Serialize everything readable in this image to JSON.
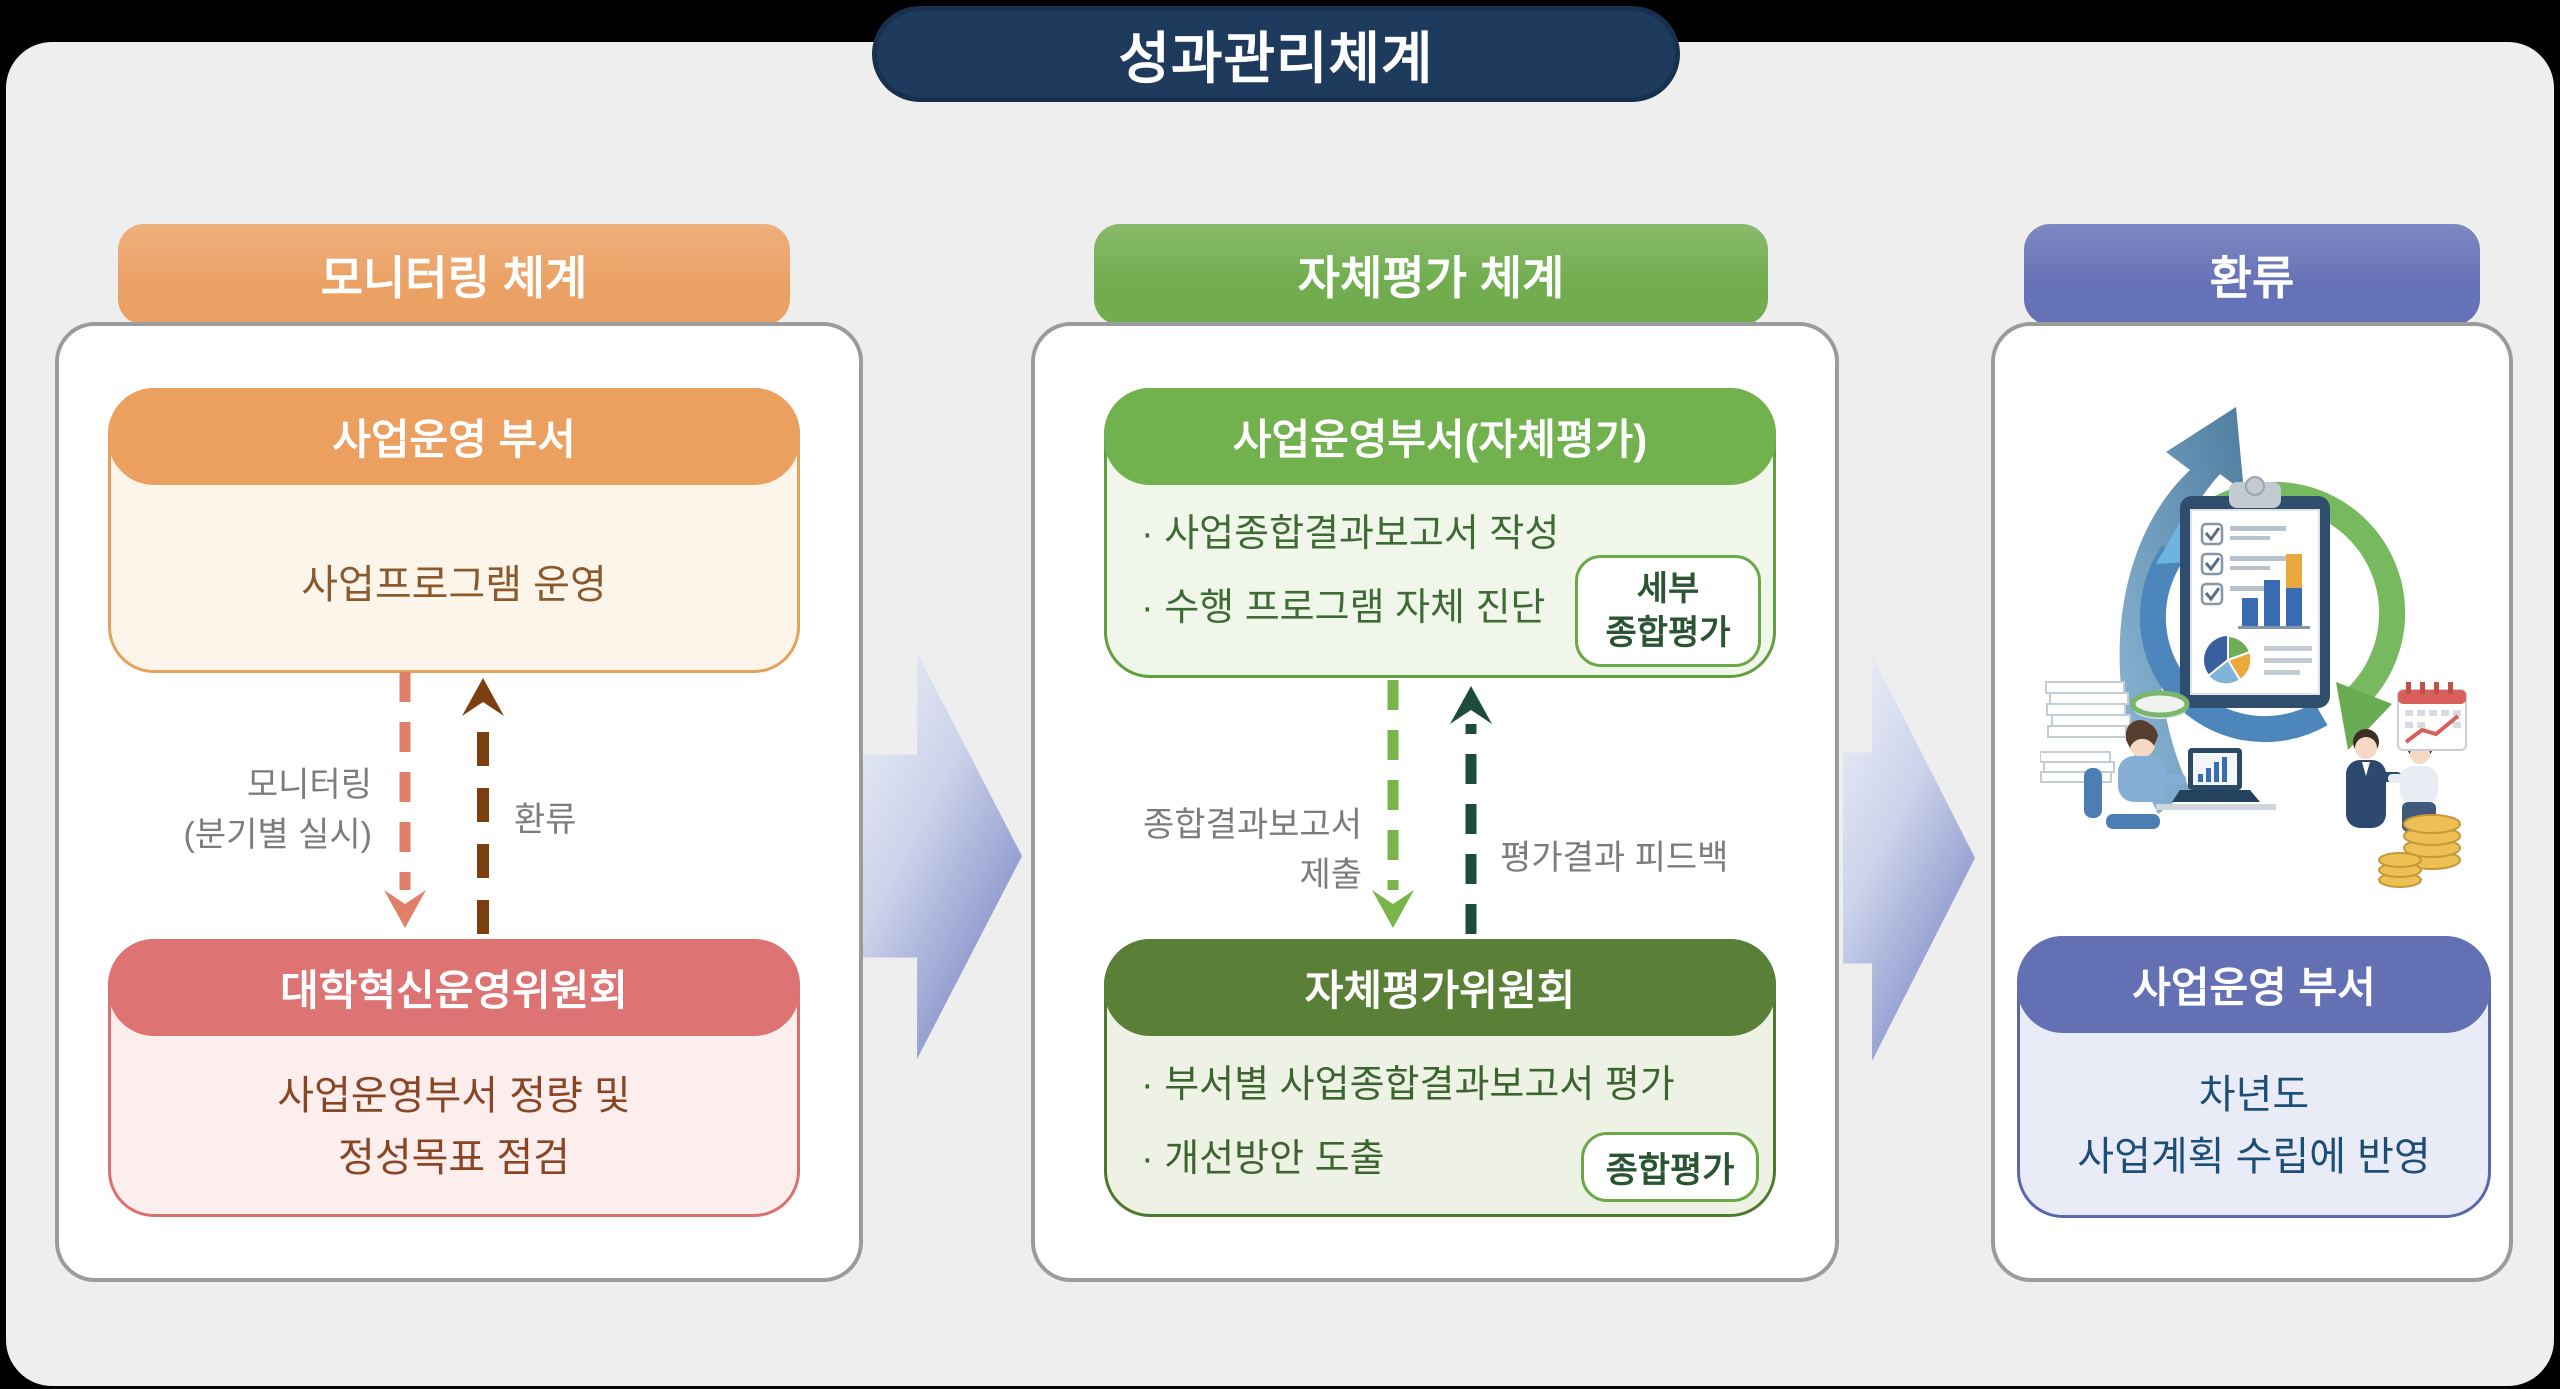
{
  "title": "성과관리체계",
  "monitoring": {
    "tab": "모니터링 체계",
    "top_box": {
      "header": "사업운영 부서",
      "body": "사업프로그램 운영"
    },
    "down_label": [
      "모니터링",
      "(분기별 실시)"
    ],
    "up_label": "환류",
    "bottom_box": {
      "header": "대학혁신운영위원회",
      "body": [
        "사업운영부서 정량 및",
        "정성목표 점검"
      ]
    }
  },
  "self_evaluation": {
    "tab": "자체평가 체계",
    "top_box": {
      "header": "사업운영부서(자체평가)",
      "bullets": [
        "· 사업종합결과보고서 작성",
        "· 수행 프로그램 자체 진단"
      ],
      "badge": [
        "세부",
        "종합평가"
      ]
    },
    "down_label": [
      "종합결과보고서",
      "제출"
    ],
    "up_label": "평가결과 피드백",
    "bottom_box": {
      "header": "자체평가위원회",
      "bullets": [
        "· 부서별 사업종합결과보고서 평가",
        "· 개선방안 도출"
      ],
      "badge": "종합평가"
    }
  },
  "feedback": {
    "tab": "환류",
    "bottom_box": {
      "header": "사업운영 부서",
      "body": [
        "차년도",
        "사업계획 수립에 반영"
      ]
    }
  },
  "colors": {
    "background": "#000000",
    "canvas": "#efeeee",
    "title_navy": "#1e3b5e",
    "orange": "#eba164",
    "red": "#dd7473",
    "green": "#71ad4e",
    "dark_green": "#5a8038",
    "purple": "#6672b7",
    "big_arrow_tip": "#6b79bd",
    "dash_salmon": "#e1806a",
    "dash_brown": "#7e3f10",
    "dash_light_green": "#79b549",
    "dash_dark_green": "#1d4d39",
    "label_gray": "#7c7c7c"
  }
}
